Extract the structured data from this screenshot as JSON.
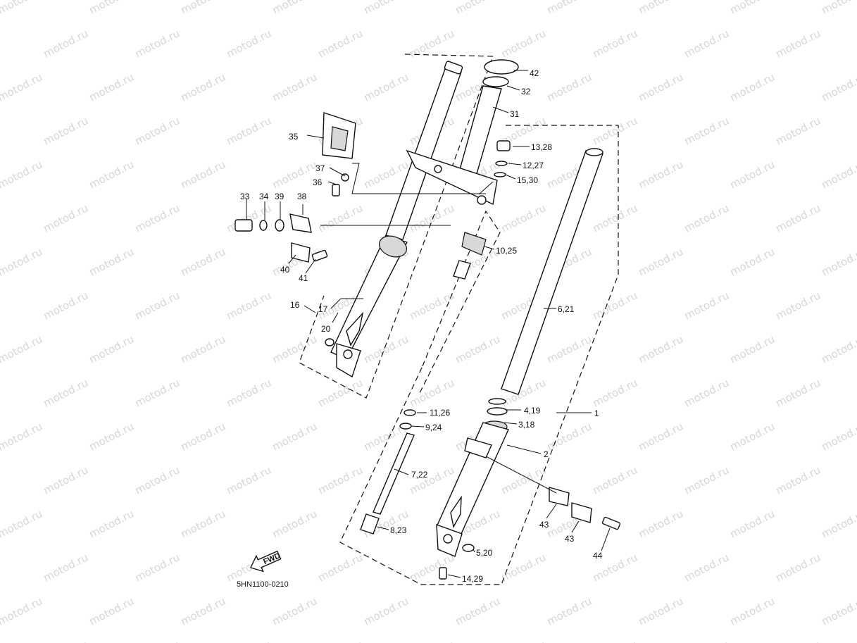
{
  "diagram": {
    "reference_code": "5HN1100-0210",
    "fwd_label": "FWD",
    "watermark_text": "motod.ru",
    "callouts": [
      {
        "id": "c42",
        "label": "42"
      },
      {
        "id": "c32",
        "label": "32"
      },
      {
        "id": "c31",
        "label": "31"
      },
      {
        "id": "c13",
        "label": "13,28"
      },
      {
        "id": "c12",
        "label": "12,27"
      },
      {
        "id": "c15",
        "label": "15,30"
      },
      {
        "id": "c35",
        "label": "35"
      },
      {
        "id": "c37",
        "label": "37"
      },
      {
        "id": "c36",
        "label": "36"
      },
      {
        "id": "c33",
        "label": "33"
      },
      {
        "id": "c34",
        "label": "34"
      },
      {
        "id": "c39",
        "label": "39"
      },
      {
        "id": "c38",
        "label": "38"
      },
      {
        "id": "c40",
        "label": "40"
      },
      {
        "id": "c41",
        "label": "41"
      },
      {
        "id": "c10",
        "label": "10,25"
      },
      {
        "id": "c6",
        "label": "6,21"
      },
      {
        "id": "c16",
        "label": "16"
      },
      {
        "id": "c17",
        "label": "17"
      },
      {
        "id": "c20",
        "label": "20"
      },
      {
        "id": "c11",
        "label": "11,26"
      },
      {
        "id": "c9",
        "label": "9,24"
      },
      {
        "id": "c4",
        "label": "4,19"
      },
      {
        "id": "c3",
        "label": "3,18"
      },
      {
        "id": "c1",
        "label": "1"
      },
      {
        "id": "c2",
        "label": "2"
      },
      {
        "id": "c7",
        "label": "7,22"
      },
      {
        "id": "c8",
        "label": "8,23"
      },
      {
        "id": "c43a",
        "label": "43"
      },
      {
        "id": "c43b",
        "label": "43"
      },
      {
        "id": "c44",
        "label": "44"
      },
      {
        "id": "c5",
        "label": "5,20"
      },
      {
        "id": "c14",
        "label": "14,29"
      }
    ]
  }
}
